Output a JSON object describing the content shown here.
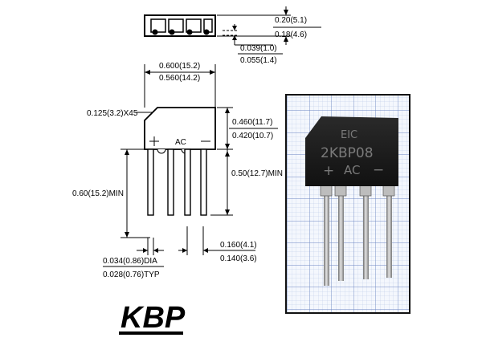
{
  "top_view": {
    "height_max": "0.20(5.1)",
    "height_min": "0.18(4.6)",
    "pin_offset_min": "0.039(1.0)",
    "pin_offset_max": "0.055(1.4)"
  },
  "front_view": {
    "width_max": "0.600(15.2)",
    "width_min": "0.560(14.2)",
    "chamfer": "0.125(3.2)X45",
    "body_height_max": "0.460(11.7)",
    "body_height_min": "0.420(10.7)",
    "body_marking": "AC",
    "lead_length_min_left": "0.60(15.2)MIN",
    "lead_length_min_right": "0.50(12.7)MIN",
    "lead_dia_max": "0.034(0.86)DIA",
    "lead_dia_typ": "0.028(0.76)TYP",
    "pitch_max": "0.160(4.1)",
    "pitch_min": "0.140(3.6)"
  },
  "photo": {
    "logo_text": "EIC",
    "part_number": "2KBP08",
    "plus_sign": "+",
    "ac_mark": "AC",
    "minus_sign": "−"
  },
  "package_name": "KBP"
}
